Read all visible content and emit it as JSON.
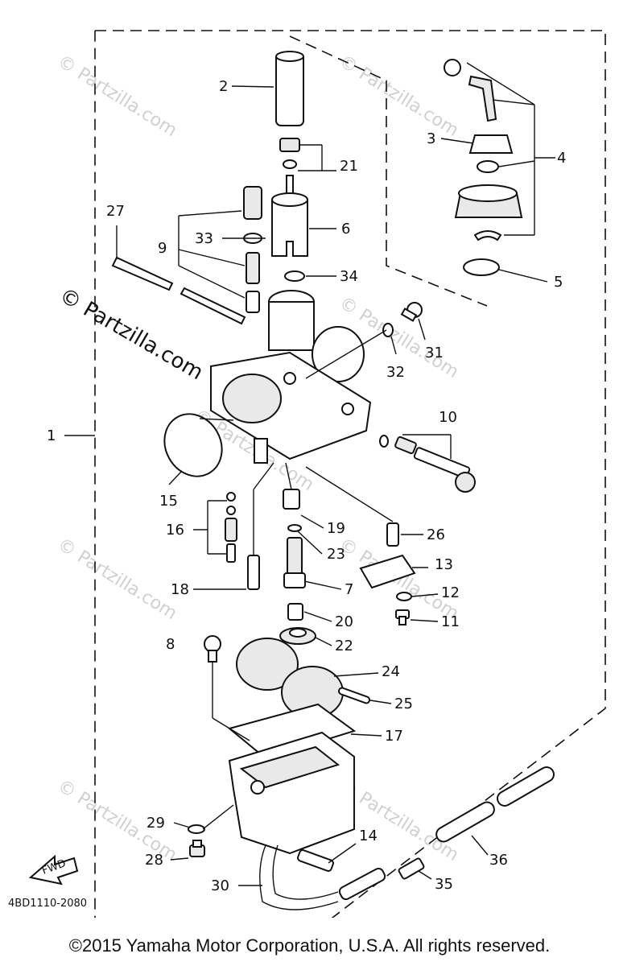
{
  "callouts": [
    "1",
    "2",
    "3",
    "4",
    "5",
    "6",
    "7",
    "8",
    "9",
    "10",
    "11",
    "12",
    "13",
    "14",
    "15",
    "16",
    "17",
    "18",
    "19",
    "20",
    "21",
    "22",
    "23",
    "24",
    "25",
    "26",
    "27",
    "28",
    "29",
    "30",
    "31",
    "32",
    "33",
    "34",
    "35",
    "36"
  ],
  "watermarks": [
    "© Partzilla.com",
    "© Partzilla.com",
    "© Partzilla.com",
    "© Partzilla.com",
    "© Partzilla.com",
    "© Partzilla.com",
    "© Partzilla.com",
    "© Partzilla.com"
  ],
  "main_watermark": "© Partzilla.com",
  "fwd_label": "FWD",
  "diagram_code": "4BD1110-2080",
  "copyright": "©2015 Yamaha Motor Corporation, U.S.A. All rights reserved."
}
